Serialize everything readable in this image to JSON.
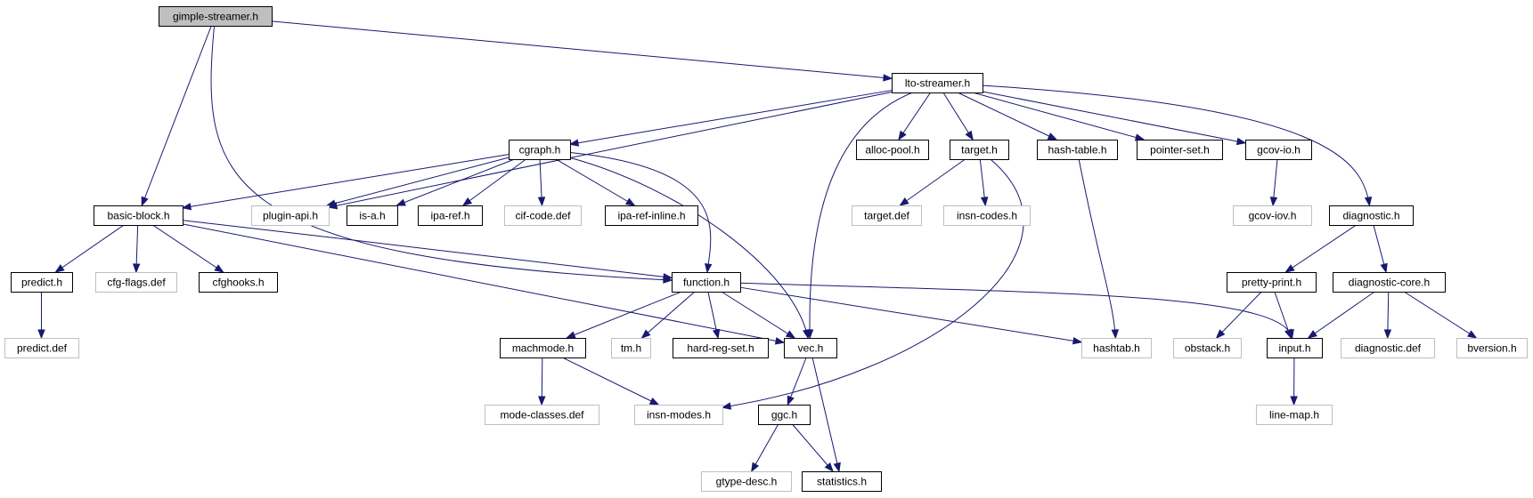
{
  "colors": {
    "edge": "#191970",
    "root_fill": "#bfbfbf",
    "normal_border": "#000000",
    "external_border": "#bfbfbf",
    "external_text": "#7f7f7f"
  },
  "nodes": [
    {
      "id": "gimple-streamer",
      "label": "gimple-streamer.h",
      "kind": "root"
    },
    {
      "id": "lto-streamer",
      "label": "lto-streamer.h",
      "kind": "normal"
    },
    {
      "id": "cgraph",
      "label": "cgraph.h",
      "kind": "normal"
    },
    {
      "id": "alloc-pool",
      "label": "alloc-pool.h",
      "kind": "normal"
    },
    {
      "id": "target",
      "label": "target.h",
      "kind": "normal"
    },
    {
      "id": "hash-table",
      "label": "hash-table.h",
      "kind": "normal"
    },
    {
      "id": "pointer-set",
      "label": "pointer-set.h",
      "kind": "normal"
    },
    {
      "id": "gcov-io",
      "label": "gcov-io.h",
      "kind": "normal"
    },
    {
      "id": "basic-block",
      "label": "basic-block.h",
      "kind": "normal"
    },
    {
      "id": "plugin-api",
      "label": "plugin-api.h",
      "kind": "external"
    },
    {
      "id": "is-a",
      "label": "is-a.h",
      "kind": "normal"
    },
    {
      "id": "ipa-ref",
      "label": "ipa-ref.h",
      "kind": "normal"
    },
    {
      "id": "cif-code",
      "label": "cif-code.def",
      "kind": "external"
    },
    {
      "id": "ipa-ref-inline",
      "label": "ipa-ref-inline.h",
      "kind": "normal"
    },
    {
      "id": "target-def",
      "label": "target.def",
      "kind": "external"
    },
    {
      "id": "insn-codes",
      "label": "insn-codes.h",
      "kind": "external"
    },
    {
      "id": "gcov-iov",
      "label": "gcov-iov.h",
      "kind": "external"
    },
    {
      "id": "diagnostic",
      "label": "diagnostic.h",
      "kind": "normal"
    },
    {
      "id": "predict",
      "label": "predict.h",
      "kind": "normal"
    },
    {
      "id": "cfg-flags",
      "label": "cfg-flags.def",
      "kind": "external"
    },
    {
      "id": "cfghooks",
      "label": "cfghooks.h",
      "kind": "normal"
    },
    {
      "id": "function",
      "label": "function.h",
      "kind": "normal"
    },
    {
      "id": "pretty-print",
      "label": "pretty-print.h",
      "kind": "normal"
    },
    {
      "id": "diagnostic-core",
      "label": "diagnostic-core.h",
      "kind": "normal"
    },
    {
      "id": "predict-def",
      "label": "predict.def",
      "kind": "external"
    },
    {
      "id": "machmode",
      "label": "machmode.h",
      "kind": "normal"
    },
    {
      "id": "tm",
      "label": "tm.h",
      "kind": "external"
    },
    {
      "id": "hard-reg-set",
      "label": "hard-reg-set.h",
      "kind": "normal"
    },
    {
      "id": "vec",
      "label": "vec.h",
      "kind": "normal"
    },
    {
      "id": "hashtab",
      "label": "hashtab.h",
      "kind": "external"
    },
    {
      "id": "obstack",
      "label": "obstack.h",
      "kind": "external"
    },
    {
      "id": "input",
      "label": "input.h",
      "kind": "normal"
    },
    {
      "id": "diagnostic-def",
      "label": "diagnostic.def",
      "kind": "external"
    },
    {
      "id": "bversion",
      "label": "bversion.h",
      "kind": "external"
    },
    {
      "id": "mode-classes",
      "label": "mode-classes.def",
      "kind": "external"
    },
    {
      "id": "insn-modes",
      "label": "insn-modes.h",
      "kind": "external"
    },
    {
      "id": "ggc",
      "label": "ggc.h",
      "kind": "normal"
    },
    {
      "id": "line-map",
      "label": "line-map.h",
      "kind": "external"
    },
    {
      "id": "gtype-desc",
      "label": "gtype-desc.h",
      "kind": "external"
    },
    {
      "id": "statistics",
      "label": "statistics.h",
      "kind": "normal"
    }
  ],
  "edges": [
    {
      "from": "gimple-streamer",
      "to": "lto-streamer"
    },
    {
      "from": "gimple-streamer",
      "to": "basic-block"
    },
    {
      "from": "gimple-streamer",
      "to": "function"
    },
    {
      "from": "lto-streamer",
      "to": "plugin-api"
    },
    {
      "from": "lto-streamer",
      "to": "cgraph"
    },
    {
      "from": "lto-streamer",
      "to": "vec"
    },
    {
      "from": "lto-streamer",
      "to": "alloc-pool"
    },
    {
      "from": "lto-streamer",
      "to": "target"
    },
    {
      "from": "lto-streamer",
      "to": "hash-table"
    },
    {
      "from": "lto-streamer",
      "to": "pointer-set"
    },
    {
      "from": "lto-streamer",
      "to": "gcov-io"
    },
    {
      "from": "lto-streamer",
      "to": "diagnostic"
    },
    {
      "from": "cgraph",
      "to": "basic-block"
    },
    {
      "from": "cgraph",
      "to": "plugin-api"
    },
    {
      "from": "cgraph",
      "to": "is-a"
    },
    {
      "from": "cgraph",
      "to": "ipa-ref"
    },
    {
      "from": "cgraph",
      "to": "cif-code"
    },
    {
      "from": "cgraph",
      "to": "ipa-ref-inline"
    },
    {
      "from": "cgraph",
      "to": "function"
    },
    {
      "from": "cgraph",
      "to": "vec"
    },
    {
      "from": "target",
      "to": "target-def"
    },
    {
      "from": "target",
      "to": "insn-codes"
    },
    {
      "from": "target",
      "to": "insn-modes"
    },
    {
      "from": "hash-table",
      "to": "hashtab"
    },
    {
      "from": "gcov-io",
      "to": "gcov-iov"
    },
    {
      "from": "diagnostic",
      "to": "pretty-print"
    },
    {
      "from": "diagnostic",
      "to": "diagnostic-core"
    },
    {
      "from": "basic-block",
      "to": "predict"
    },
    {
      "from": "basic-block",
      "to": "cfg-flags"
    },
    {
      "from": "basic-block",
      "to": "cfghooks"
    },
    {
      "from": "basic-block",
      "to": "function"
    },
    {
      "from": "basic-block",
      "to": "vec"
    },
    {
      "from": "predict",
      "to": "predict-def"
    },
    {
      "from": "function",
      "to": "machmode"
    },
    {
      "from": "function",
      "to": "tm"
    },
    {
      "from": "function",
      "to": "hard-reg-set"
    },
    {
      "from": "function",
      "to": "vec"
    },
    {
      "from": "function",
      "to": "hashtab"
    },
    {
      "from": "function",
      "to": "input"
    },
    {
      "from": "pretty-print",
      "to": "obstack"
    },
    {
      "from": "pretty-print",
      "to": "input"
    },
    {
      "from": "diagnostic-core",
      "to": "input"
    },
    {
      "from": "diagnostic-core",
      "to": "diagnostic-def"
    },
    {
      "from": "diagnostic-core",
      "to": "bversion"
    },
    {
      "from": "machmode",
      "to": "mode-classes"
    },
    {
      "from": "machmode",
      "to": "insn-modes"
    },
    {
      "from": "vec",
      "to": "ggc"
    },
    {
      "from": "vec",
      "to": "statistics"
    },
    {
      "from": "ggc",
      "to": "gtype-desc"
    },
    {
      "from": "ggc",
      "to": "statistics"
    },
    {
      "from": "input",
      "to": "line-map"
    }
  ]
}
